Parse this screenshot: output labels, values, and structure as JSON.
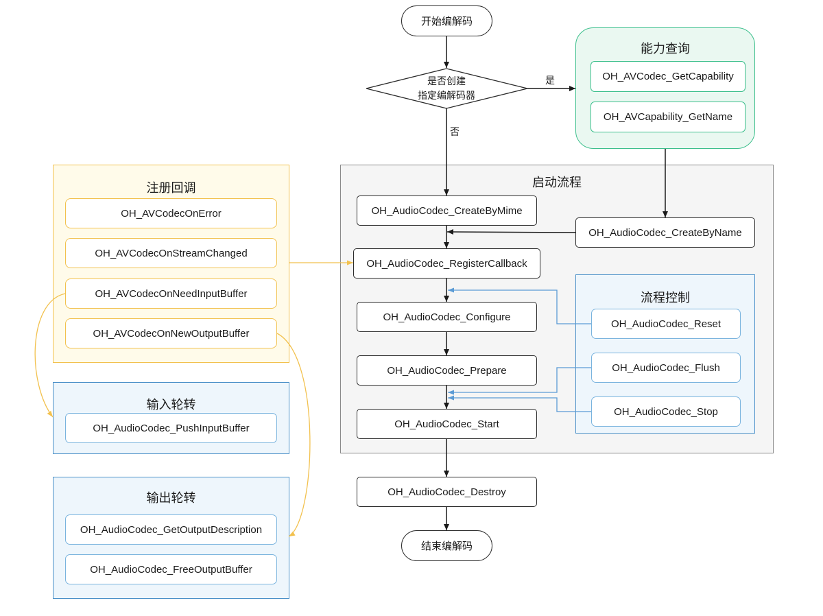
{
  "start_label": "开始编解码",
  "end_label": "结束编解码",
  "decision": {
    "line1": "是否创建",
    "line2": "指定编解码器"
  },
  "yes_label": "是",
  "no_label": "否",
  "capability_query": {
    "title": "能力查询",
    "items": [
      "OH_AVCodec_GetCapability",
      "OH_AVCapability_GetName"
    ]
  },
  "startup_flow": {
    "title": "启动流程",
    "create_by_mime": "OH_AudioCodec_CreateByMime",
    "create_by_name": "OH_AudioCodec_CreateByName",
    "register_callback": "OH_AudioCodec_RegisterCallback",
    "configure": "OH_AudioCodec_Configure",
    "prepare": "OH_AudioCodec_Prepare",
    "start": "OH_AudioCodec_Start"
  },
  "flow_control": {
    "title": "流程控制",
    "items": [
      "OH_AudioCodec_Reset",
      "OH_AudioCodec_Flush",
      "OH_AudioCodec_Stop"
    ]
  },
  "destroy": "OH_AudioCodec_Destroy",
  "register_callbacks": {
    "title": "注册回调",
    "items": [
      "OH_AVCodecOnError",
      "OH_AVCodecOnStreamChanged",
      "OH_AVCodecOnNeedInputBuffer",
      "OH_AVCodecOnNewOutputBuffer"
    ]
  },
  "input_rotation": {
    "title": "输入轮转",
    "items": [
      "OH_AudioCodec_PushInputBuffer"
    ]
  },
  "output_rotation": {
    "title": "输出轮转",
    "items": [
      "OH_AudioCodec_GetOutputDescription",
      "OH_AudioCodec_FreeOutputBuffer"
    ]
  },
  "colors": {
    "line": "#1a1a1a",
    "yellow_border": "#f2c14e",
    "yellow_fill": "#fffbea",
    "blue_border": "#4a90c8",
    "blue_fill": "#eef6fc",
    "blue_line": "#5b9bd5",
    "green_border": "#3cbf8c",
    "green_fill": "#eaf8f1",
    "gray_border": "#8a8a8a",
    "gray_fill": "#f5f5f5"
  }
}
